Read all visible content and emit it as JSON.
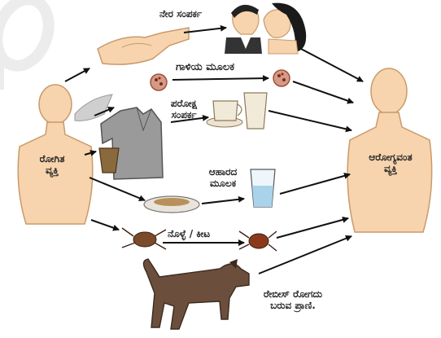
{
  "diagram": {
    "nodes": {
      "sick_person": {
        "label_line1": "ರೋಗಿತ",
        "label_line2": "ವ್ಯಕ್ತಿ"
      },
      "healthy_person": {
        "label_line1": "ಆರೋಗ್ಯವಂತ",
        "label_line2": "ವ್ಯಕ್ತಿ"
      }
    },
    "routes": {
      "direct_contact": "ನೇರ ಸಂಪರ್ಕ",
      "air": "ಗಾಳಿಯ ಮೂಲಕ",
      "indirect_contact_line1": "ಪರೋಕ್ಷ",
      "indirect_contact_line2": "ಸಂಪರ್ಕ",
      "food_line1": "ಆಹಾರದ",
      "food_line2": "ಮೂಲಕ",
      "vectors": "ನೊಳ್ಳೆ / ಕೀಟ",
      "rabies_line1": "ರೇಬೀಸ್ ರೋಗದು",
      "rabies_line2": "ಬರುವ ಪ್ರಾಣಿ."
    },
    "colors": {
      "skin": "#f7d4ad",
      "skin_outline": "#c99a6b",
      "dog": "#6b4f3c",
      "arrow": "#111111",
      "watermark": "#ececec"
    }
  }
}
